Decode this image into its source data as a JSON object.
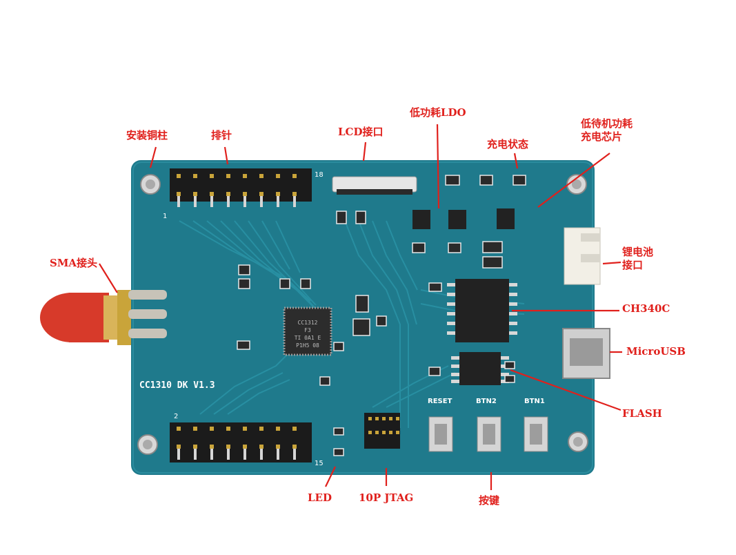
{
  "colors": {
    "annotation": "#e0201c",
    "pcb": "#1f7a8c",
    "pcb_dark": "#156477",
    "silk": "#ffffff",
    "header_black": "#1b1b1b",
    "pin_gold": "#c9a43a",
    "antenna_red": "#d73a2a",
    "gold_connector": "#c7c3b8"
  },
  "board": {
    "silkscreen": "CC1310 DK V1.3",
    "chip_marking_main": [
      "CC1312",
      "F3",
      "TI 0A1 E",
      "P1H5 08"
    ],
    "button_labels": [
      "RESET",
      "BTN2",
      "BTN1"
    ],
    "header_top_left_num": "1",
    "header_top_right_num": "18",
    "header_bottom_left_num": "2",
    "header_bottom_right_num": "15"
  },
  "annotations": {
    "copper_pillar": "安装铜柱",
    "pin_header": "排针",
    "lcd_port": "LCD接口",
    "low_power_ldo": "低功耗LDO",
    "charge_status": "充电状态",
    "charge_chip": "低待机功耗\n充电芯片",
    "sma": "SMA接头",
    "battery_port": "锂电池\n接口",
    "ch340c": "CH340C",
    "microusb": "MicroUSB",
    "flash": "FLASH",
    "led": "LED",
    "jtag": "10P JTAG",
    "keys": "按键"
  }
}
